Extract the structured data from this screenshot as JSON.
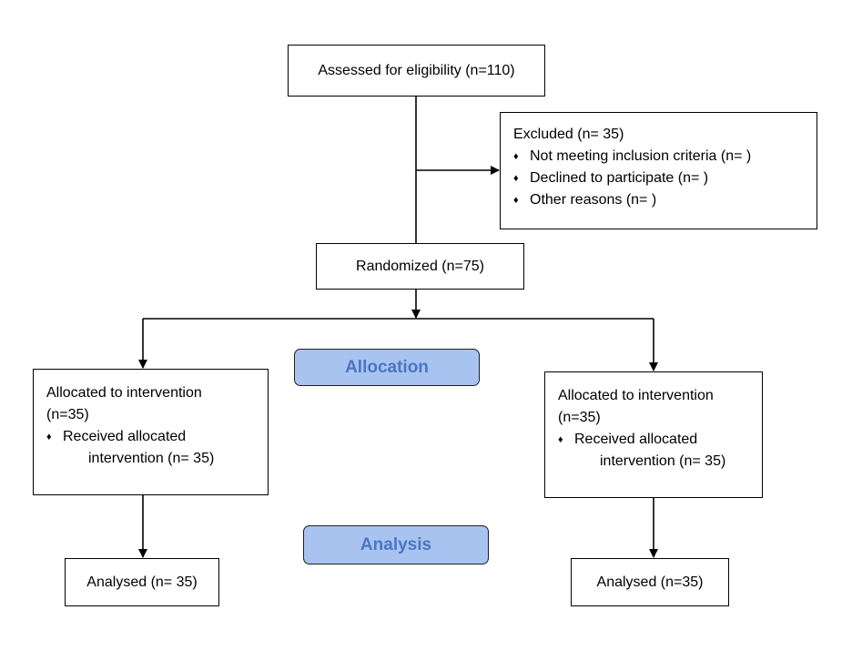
{
  "assessed": {
    "text": "Assessed for eligibility (n=110)"
  },
  "excluded": {
    "title": "Excluded (n= 35)",
    "items": [
      "Not meeting inclusion criteria (n=  )",
      "Declined to participate (n=  )",
      "Other reasons (n=  )"
    ]
  },
  "randomized": {
    "text": "Randomized (n=75)"
  },
  "stages": {
    "allocation": "Allocation",
    "analysis": "Analysis"
  },
  "left_arm": {
    "alloc_line1": "Allocated to intervention",
    "alloc_line2": "(n=35)",
    "received_line1": "Received allocated",
    "received_line2": "intervention (n= 35)",
    "analysed": "Analysed (n= 35)"
  },
  "right_arm": {
    "alloc_line1": "Allocated to intervention",
    "alloc_line2": "(n=35)",
    "received_line1": "Received allocated",
    "received_line2": "intervention (n= 35)",
    "analysed": "Analysed (n=35)"
  },
  "bullet_symbol": "♦",
  "colors": {
    "stage_fill": "#a8c3ef",
    "stage_text": "#4a76c2",
    "line": "#000000"
  }
}
